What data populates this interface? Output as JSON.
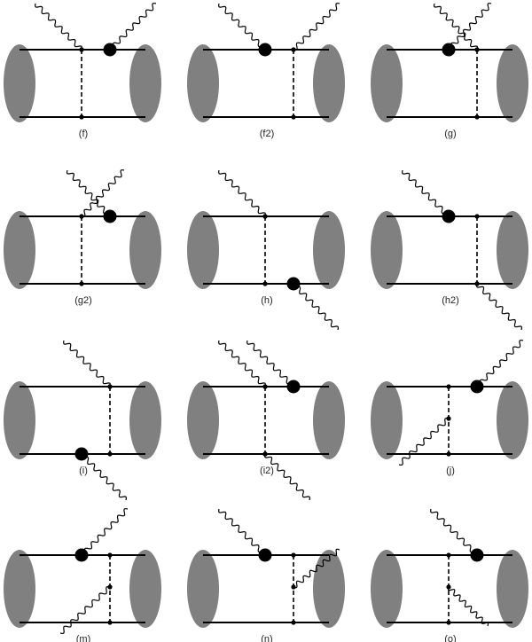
{
  "diagrams": [
    {
      "label": "(f)",
      "dashed": "a",
      "vertex": "a",
      "photons": [
        {
          "dir": "ul",
          "at": "a",
          "blob": false
        },
        {
          "dir": "ur",
          "at": "b",
          "blob": true
        }
      ]
    },
    {
      "label": "(f2)",
      "dashed": "b",
      "vertex": "b",
      "photons": [
        {
          "dir": "ul",
          "at": "a",
          "blob": true
        },
        {
          "dir": "ur",
          "at": "b",
          "blob": false
        }
      ]
    },
    {
      "label": "(g)",
      "dashed": "b",
      "vertex": "b",
      "photons": [
        {
          "dir": "ur",
          "at": "a",
          "blob": true,
          "cross": true
        },
        {
          "dir": "ul",
          "at": "b",
          "blob": false,
          "cross": true
        }
      ]
    },
    {
      "label": "(g2)",
      "dashed": "a",
      "vertex": "a",
      "photons": [
        {
          "dir": "ur",
          "at": "a",
          "blob": false,
          "cross": true
        },
        {
          "dir": "ul",
          "at": "b",
          "blob": true,
          "cross": true
        }
      ]
    },
    {
      "label": "(h)",
      "dashed": "a",
      "vertex": "a",
      "photons": [
        {
          "dir": "ul",
          "at": "a",
          "blob": false
        },
        {
          "dir": "dr",
          "at": "b",
          "blob": true,
          "bottom": true
        }
      ]
    },
    {
      "label": "(h2)",
      "dashed": "b",
      "vertex": "b",
      "photons": [
        {
          "dir": "ul",
          "at": "a",
          "blob": true
        },
        {
          "dir": "dr",
          "at": "b",
          "blob": false,
          "bottom": true
        }
      ]
    },
    {
      "label": "(i)",
      "dashed": "b",
      "vertex": "b",
      "photons": [
        {
          "dir": "ul",
          "at": "b",
          "blob": false
        },
        {
          "dir": "dr",
          "at": "a",
          "blob": true,
          "bottom": true
        }
      ]
    },
    {
      "label": "(i2)",
      "dashed": "a",
      "vertex": "a",
      "photons": [
        {
          "dir": "ul",
          "at": "a",
          "blob": false
        },
        {
          "dir": "dr",
          "at": "a",
          "blob": false,
          "bottom": true
        },
        {
          "dir": "ul",
          "at": "b",
          "blob": true
        }
      ]
    },
    {
      "label": "(j)",
      "dashed": "a",
      "vertex": "a",
      "photons": [
        {
          "dir": "ur",
          "at": "b",
          "blob": true
        },
        {
          "dir": "mid-dl",
          "at": "a",
          "blob": false
        }
      ]
    },
    {
      "label": "(m)",
      "dashed": "b",
      "vertex": "b",
      "photons": [
        {
          "dir": "ur",
          "at": "a",
          "blob": true
        },
        {
          "dir": "mid-dl",
          "at": "b",
          "blob": false
        }
      ]
    },
    {
      "label": "(n)",
      "dashed": "b",
      "vertex": "b",
      "photons": [
        {
          "dir": "ul",
          "at": "a",
          "blob": true
        },
        {
          "dir": "mid-ur",
          "at": "b",
          "blob": false
        }
      ]
    },
    {
      "label": "(o)",
      "dashed": "a",
      "vertex": "a",
      "photons": [
        {
          "dir": "ul",
          "at": "b",
          "blob": true
        },
        {
          "dir": "mid-dr",
          "at": "a",
          "blob": false
        }
      ]
    }
  ]
}
